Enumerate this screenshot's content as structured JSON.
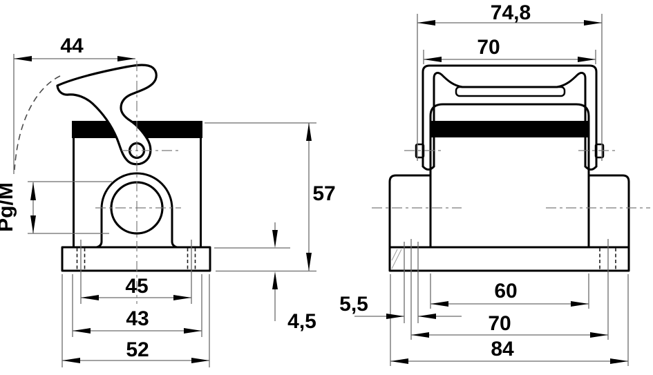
{
  "drawing": {
    "title": "Connector housing dimension drawing",
    "background": "#ffffff",
    "line_color": "#000000",
    "thin_line_color": "#6b6b6b",
    "left_view": {
      "description": "Side view with locking lever and cable entry",
      "labels": {
        "lever_reach": "44",
        "thread": "Pg/M",
        "height": "57",
        "flange_thickness": "4,5",
        "hole_spacing": "45",
        "body_width": "43",
        "flange_width": "52"
      }
    },
    "right_view": {
      "description": "Front view with locking bail and mounting flange",
      "labels": {
        "overall_width": "74,8",
        "bail_width": "70",
        "slot_width": "5,5",
        "body_width": "60",
        "slot_spacing": "70",
        "flange_width": "84"
      }
    }
  }
}
